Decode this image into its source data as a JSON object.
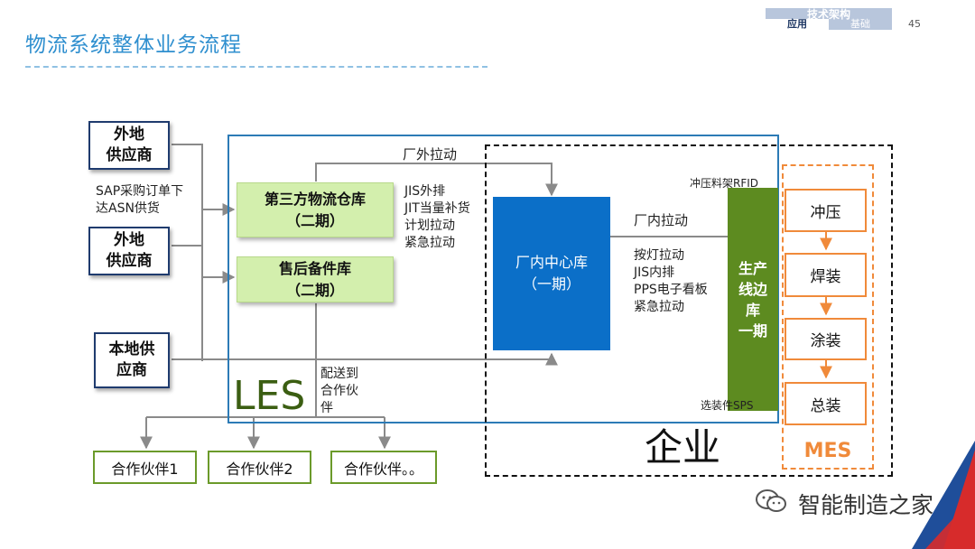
{
  "page": {
    "title": "物流系统整体业务流程",
    "page_number": "45",
    "tabs": {
      "top": "技术架构",
      "left": "应用",
      "right": "基础"
    }
  },
  "suppliers": {
    "remote1": "外地\n供应商",
    "remote2": "外地\n供应商",
    "local": "本地供\n应商"
  },
  "notes": {
    "sap_asn": "SAP采购订单下\n达ASN供货",
    "external_pull": "厂外拉动",
    "external_methods": "JIS外排\nJIT当量补货\n计划拉动\n紧急拉动",
    "internal_pull": "厂内拉动",
    "internal_methods": "按灯拉动\nJIS内排\nPPS电子看板\n紧急拉动",
    "deliver_partner": "配送到\n合作伙\n伴",
    "rfid": "冲压料架RFID",
    "sps": "选装件SPS"
  },
  "nodes": {
    "third_party_warehouse": "第三方物流仓库\n（二期）",
    "aftersales_warehouse": "售后备件库\n（二期）",
    "central_warehouse": "厂内中心库\n（一期）",
    "line_warehouse": "生产\n线边\n库\n一期"
  },
  "mes": {
    "steps": [
      "冲压",
      "焊装",
      "涂装",
      "总装"
    ],
    "label": "MES"
  },
  "regions": {
    "les": "LES",
    "enterprise": "企业"
  },
  "partners": [
    "合作伙伴1",
    "合作伙伴2",
    "合作伙伴。。"
  ],
  "watermark": "智能制造之家",
  "colors": {
    "title_blue": "#2f8fcf",
    "les_border": "#2c7bb6",
    "warehouse_green": "#d3efad",
    "central_blue": "#0b6fc8",
    "line_green": "#5d8b20",
    "mes_orange": "#f08a3a",
    "partner_border": "#6b9a2a"
  }
}
